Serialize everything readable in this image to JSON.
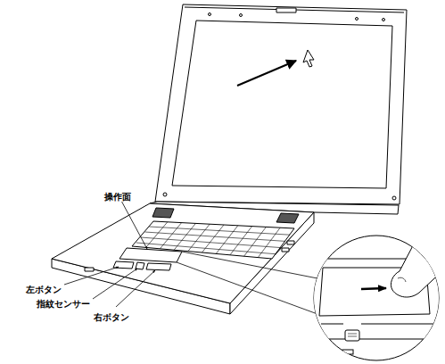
{
  "diagram": {
    "labels": [
      "操作面",
      "左ボタン",
      "指紋センサー",
      "右ボタン"
    ]
  }
}
